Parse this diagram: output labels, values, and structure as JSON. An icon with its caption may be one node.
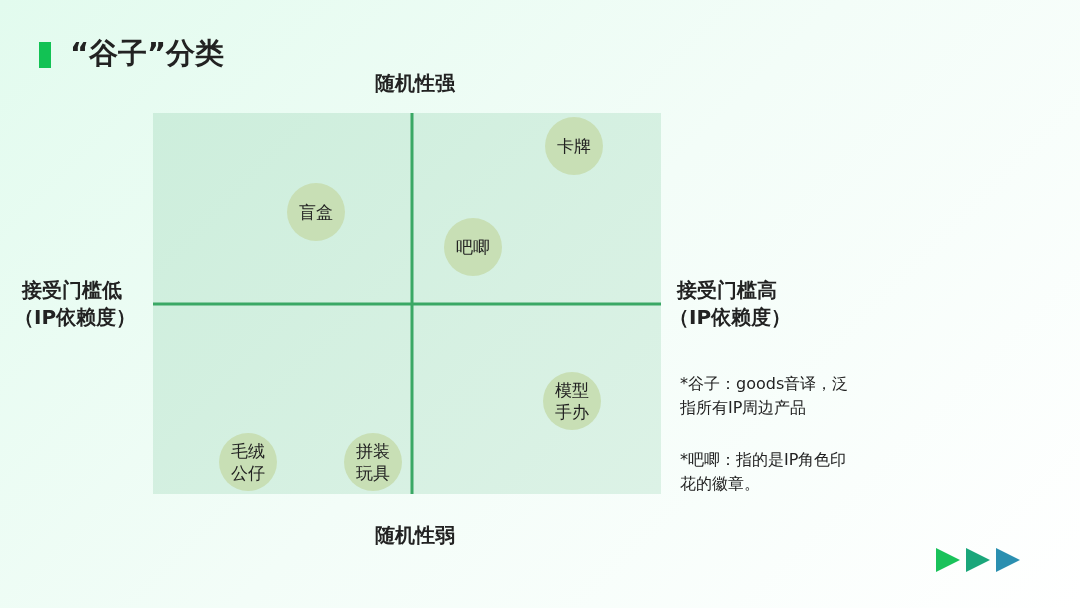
{
  "diagram": {
    "title": "“谷子”分类",
    "nodes": [
      {
        "text": [
          "卡牌"
        ]
      },
      {
        "text": [
          "盲盒"
        ]
      },
      {
        "text": [
          "吧唧"
        ]
      },
      {
        "text": [
          "模型手办"
        ]
      },
      {
        "text": [
          "毛绒公仔"
        ]
      },
      {
        "text": [
          "拼装玩具"
        ]
      }
    ],
    "labels": [
      "随机性强",
      "接受门槛低",
      "（IP依赖度）",
      "接受门槛高",
      "（IP依赖度）",
      "*谷子：goods音译，泛指所有IP周边产品",
      "*吧唧：指的是IP角色印花的徽章。",
      "随机性弱"
    ]
  }
}
